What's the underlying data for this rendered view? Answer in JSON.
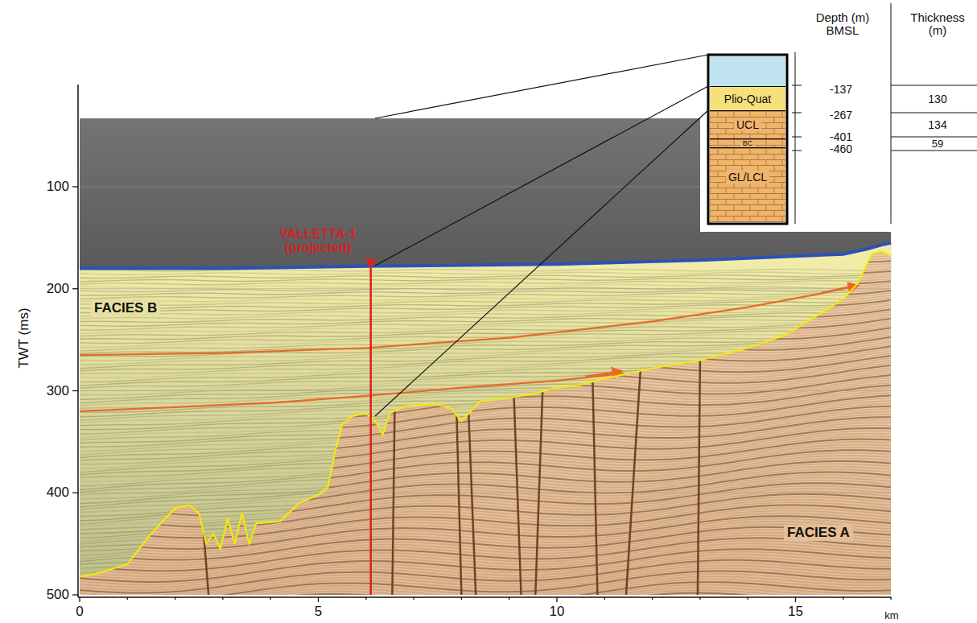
{
  "diagram": {
    "nodes": [
      {
        "text": [
          "Plio-Quat"
        ]
      },
      {
        "text": [
          "UCL"
        ]
      },
      {
        "text": [
          "BC"
        ]
      },
      {
        "text": [
          "GL/LCL"
        ]
      }
    ],
    "labels": [
      "Depth (m) BMSL",
      "Thickness (m)",
      "-137",
      "-267",
      "-401",
      "-460",
      "130",
      "134",
      "59",
      "VALLETTA-1 (projected)",
      "FACIES B",
      "FACIES A",
      "TWT (ms)",
      "100",
      "200",
      "300",
      "400",
      "500",
      "0",
      "5",
      "10",
      "15",
      "km"
    ]
  }
}
